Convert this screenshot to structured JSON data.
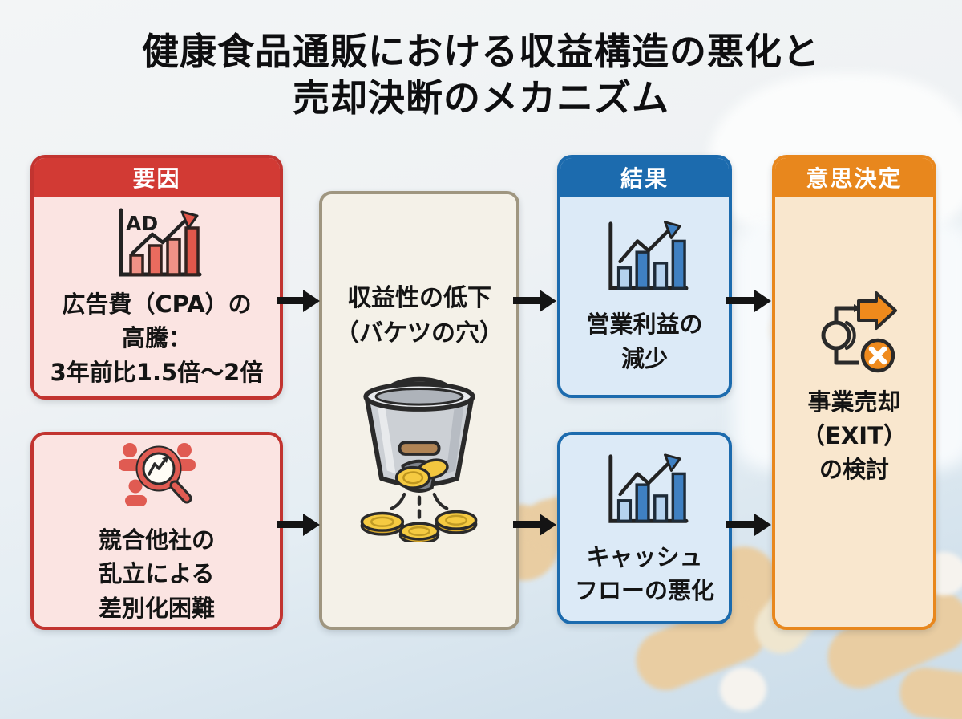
{
  "title": {
    "line1": "健康食品通販における収益構造の悪化と",
    "line2": "売却決断のメカニズム"
  },
  "columns": {
    "factors_header": "要因",
    "results_header": "結果",
    "decision_header": "意思決定"
  },
  "boxes": {
    "ad_cost": {
      "icon": "ad-cost-rising-chart-icon",
      "icon_label": "AD",
      "lines": [
        "広告費（CPA）の",
        "高騰：",
        "3年前比1.5倍～2倍"
      ]
    },
    "competition": {
      "icon": "competition-analysis-icon",
      "lines": [
        "競合他社の",
        "乱立による",
        "差別化困難"
      ]
    },
    "profitability": {
      "icon": "leaky-bucket-illustration",
      "lines": [
        "収益性の低下",
        "（バケツの穴）"
      ]
    },
    "operating_profit": {
      "icon": "rising-bar-chart-icon",
      "lines": [
        "営業利益の",
        "減少"
      ]
    },
    "cash_flow": {
      "icon": "rising-bar-chart-icon",
      "lines": [
        "キャッシュ",
        "フローの悪化"
      ]
    },
    "exit": {
      "icon": "business-exit-icon",
      "lines": [
        "事業売却",
        "（EXIT）",
        "の検討"
      ]
    }
  },
  "colors": {
    "factor_accent": "#d23a34",
    "factor_fill": "#fbe4e2",
    "result_accent": "#1c6bae",
    "result_fill": "#dceaf7",
    "decision_accent": "#e8871d",
    "decision_fill": "#f9e7ce",
    "bottleneck_border": "#9f9680",
    "bottleneck_fill": "#f4f1e8",
    "arrow": "#141414",
    "title_text": "#0e0e10"
  }
}
